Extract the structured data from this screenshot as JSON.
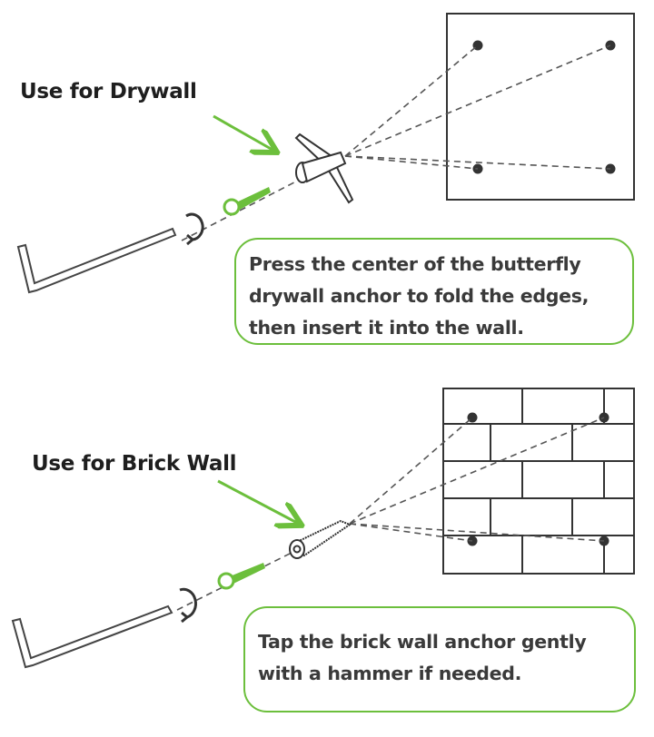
{
  "drywall": {
    "label": "Use for Drywall",
    "instruction": "Press the center of the butterfly drywall anchor to fold the edges, then insert it into the wall."
  },
  "brick": {
    "label": "Use for Brick Wall",
    "instruction": "Tap the brick wall anchor gently with a hammer if needed."
  },
  "colors": {
    "accent": "#6cbf3c",
    "ink": "#333333"
  }
}
